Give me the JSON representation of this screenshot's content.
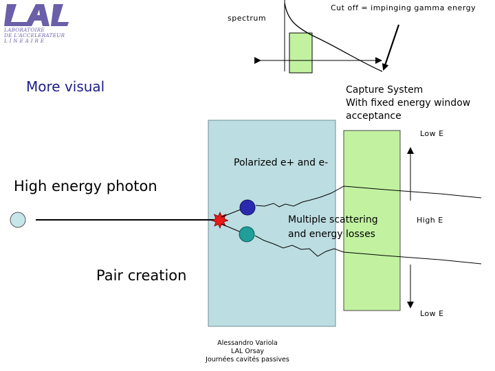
{
  "logo": {
    "letters": "LAL",
    "lines": [
      "LABORATOIRE",
      "DE L'ACCELERATEUR",
      "L I N E A I R E"
    ],
    "color": "#6a5fa8"
  },
  "spectrum_plot": {
    "label": "spectrum",
    "cutoff_note": "Cut off = impinging gamma energy"
  },
  "texts": {
    "more_visual": "More visual",
    "capture_system": [
      "Capture System",
      "With fixed energy window",
      "acceptance"
    ],
    "polarized": "Polarized e+ and e-",
    "high_energy_photon": "High energy photon",
    "multiple_scattering": [
      "Multiple scattering",
      "and energy losses"
    ],
    "pair_creation": "Pair creation",
    "low_e_top": "Low E",
    "high_e": "High E",
    "low_e_bottom": "Low E"
  },
  "credits": [
    "Alessandro Variola",
    "LAL Orsay",
    "Journées cavités passives"
  ],
  "colors": {
    "target": "#bcdde1",
    "capture": "#c2f2a0",
    "photon": "#c7e6ea",
    "electron_top": "#2a2ab0",
    "positron_bottom": "#1f9e9a",
    "burst": "#e51a1a",
    "logo_text": "#6a5fa8",
    "more_visual_text": "#1c1c8a"
  }
}
